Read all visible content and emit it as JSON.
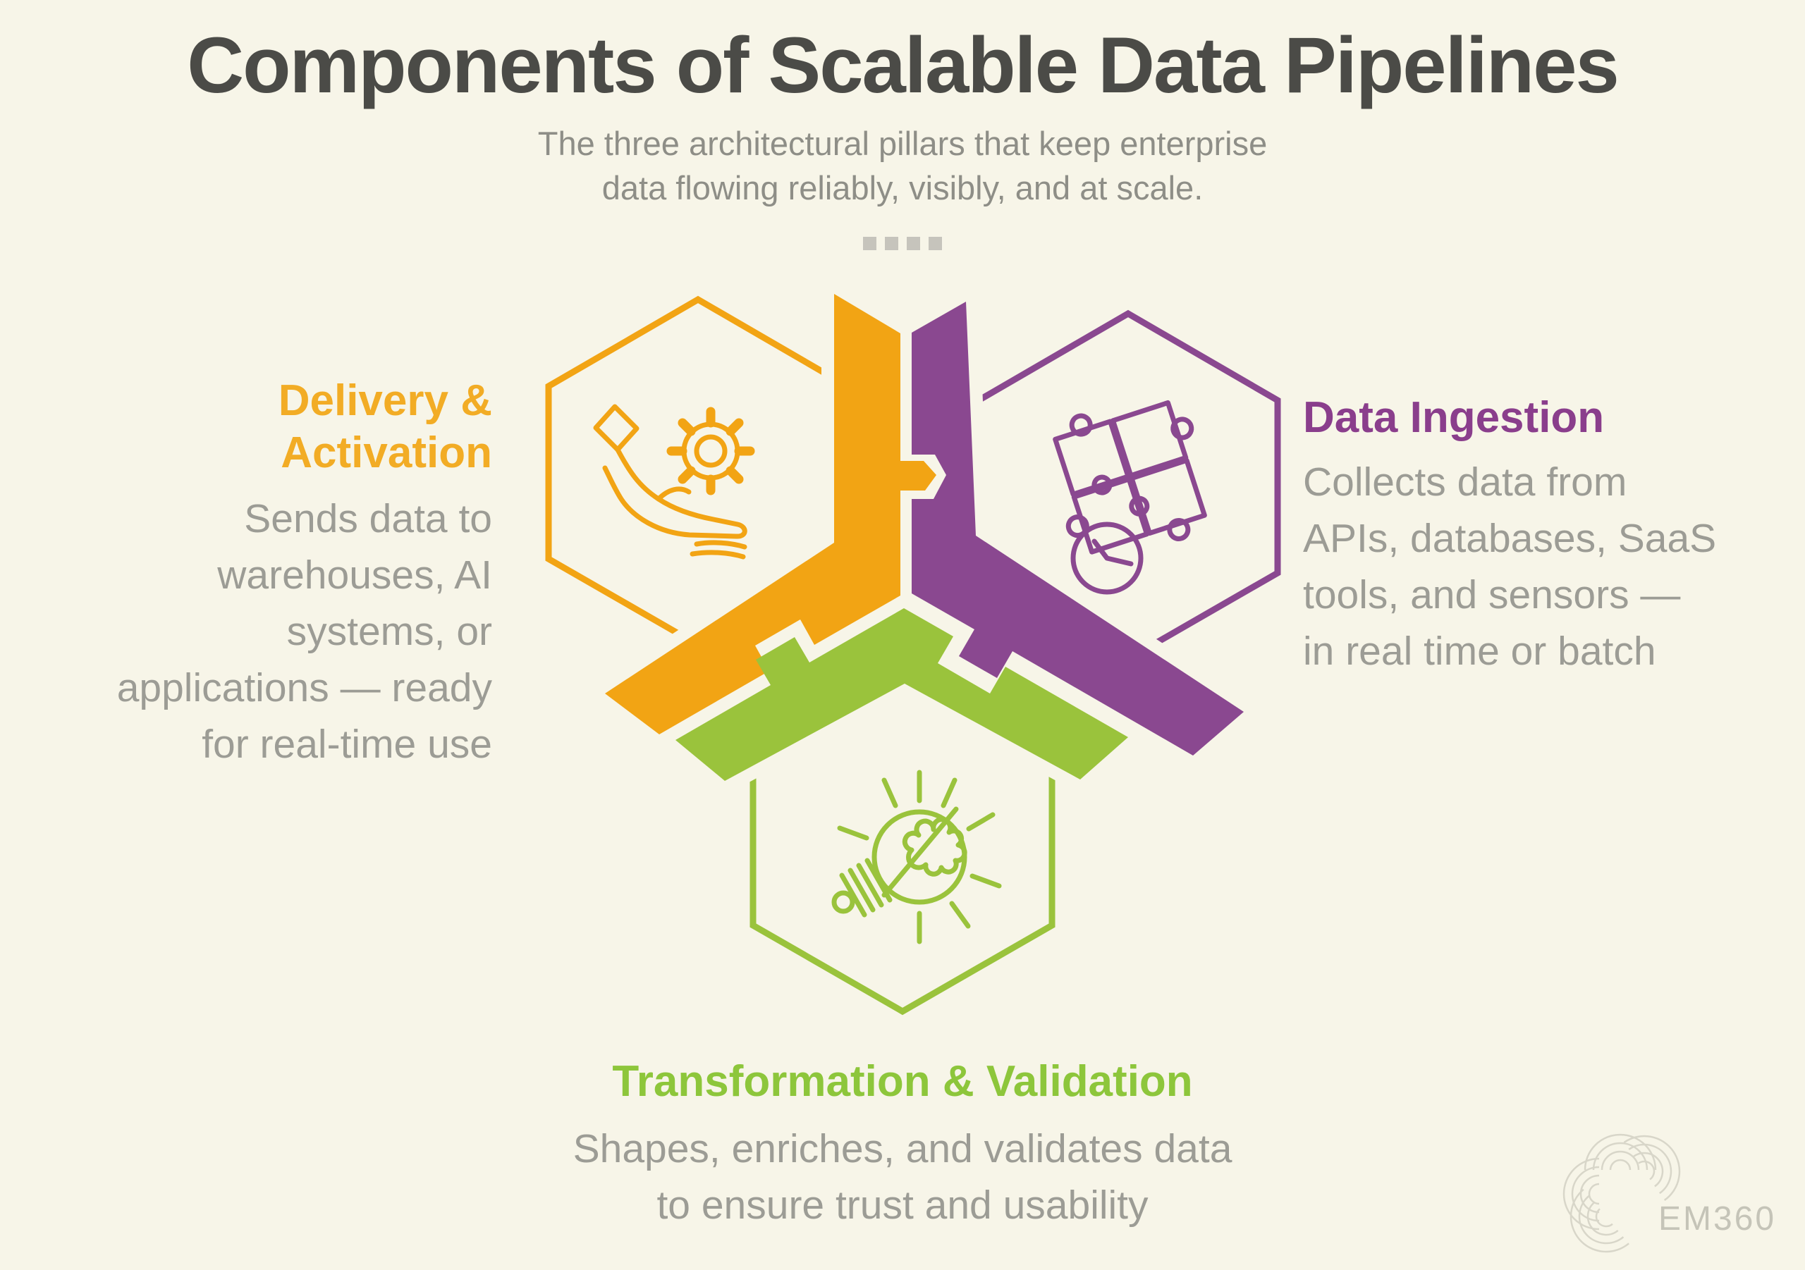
{
  "page": {
    "background": "#F7F5E8"
  },
  "header": {
    "title": "Components of Scalable Data Pipelines",
    "subtitle_line1": "The three architectural pillars that keep enterprise",
    "subtitle_line2": "data flowing reliably, visibly, and at scale."
  },
  "colors": {
    "background": "#F7F5E8",
    "title_text": "#4B4B47",
    "subtitle_text": "#8E8E87",
    "body_text": "#9C9C95",
    "orange": "#F2A414",
    "orange_heading": "#F2AC25",
    "purple": "#8A4890",
    "purple_heading": "#8A3E8C",
    "green": "#9AC33C",
    "green_heading": "#8DC63B",
    "dots": "#C6C4BC",
    "logo_gray": "#C5C4B8"
  },
  "sections": {
    "delivery": {
      "heading_line1": "Delivery &",
      "heading_line2": "Activation",
      "body_line1": "Sends data to",
      "body_line2": "warehouses, AI",
      "body_line3": "systems, or",
      "body_line4": "applications — ready",
      "body_line5": "for real-time use",
      "icon": "hand-gear-icon"
    },
    "ingestion": {
      "heading": "Data Ingestion",
      "body_line1": "Collects data from",
      "body_line2": "APIs, databases, SaaS",
      "body_line3": "tools, and sensors —",
      "body_line4": "in real time or batch",
      "icon": "puzzle-clock-icon"
    },
    "transformation": {
      "heading": "Transformation & Validation",
      "body_line1": "Shapes, enriches, and validates data",
      "body_line2": "to ensure trust and usability",
      "icon": "lightbulb-brain-icon"
    }
  },
  "footer": {
    "brand": "EM360"
  }
}
